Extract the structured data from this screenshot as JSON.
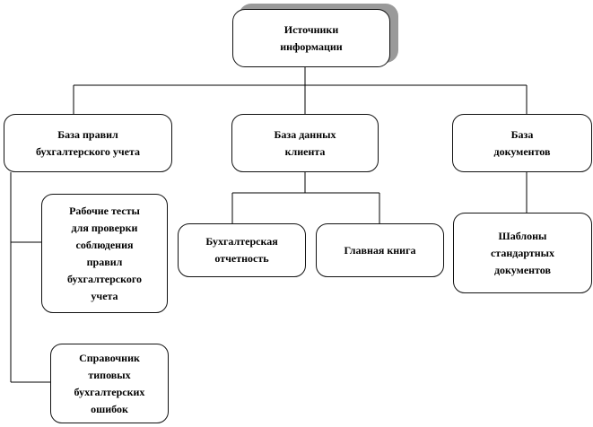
{
  "diagram": {
    "root": {
      "label": "Источники\nинформации"
    },
    "branches": {
      "accounting_rules": {
        "label": "База правил\nбухгалтерского  учета"
      },
      "client_data": {
        "label": "База данных\nклиента"
      },
      "documents": {
        "label": "База\nдокументов"
      }
    },
    "leaves": {
      "work_tests": {
        "label": "Рабочие тесты\nдля проверки\nсоблюдения\nправил\nбухгалтерского\nучета"
      },
      "errors_reference": {
        "label": "Справочник\nтиповых\nбухгалтерских\nошибок"
      },
      "financial_statements": {
        "label": "Бухгалтерская\nотчетность"
      },
      "general_ledger": {
        "label": "Главная книга"
      },
      "document_templates": {
        "label": "Шаблоны\nстандартных\nдокументов"
      }
    }
  }
}
